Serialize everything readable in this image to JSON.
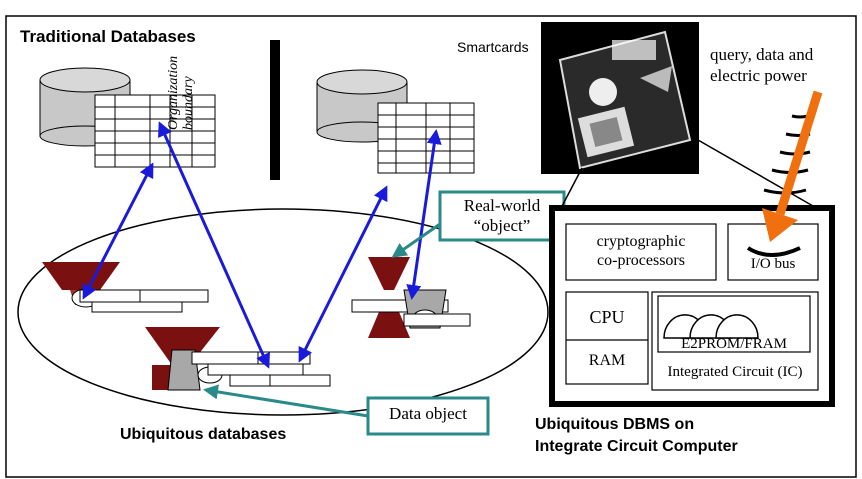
{
  "labels": {
    "traditional": "Traditional Databases",
    "org_boundary_line1": "Organization",
    "org_boundary_line2": "boundary",
    "smartcards": "Smartcards",
    "query_line1": "query, data and",
    "query_line2": "electric power",
    "realworld_line1": "Real-world",
    "realworld_line2": "“object”",
    "crypto_line1": "cryptographic",
    "crypto_line2": "co-processors",
    "io_bus": "I/O bus",
    "cpu": "CPU",
    "ram": "RAM",
    "e2prom": "E2PROM/FRAM",
    "ic": "Integrated Circuit (IC)",
    "data_object": "Data object",
    "ubiquitous_db": "Ubiquitous databases",
    "dbms_line1": "Ubiquitous DBMS on",
    "dbms_line2": "Integrate Circuit Computer"
  },
  "colors": {
    "arrow_blue": "#1a1adb",
    "callout_teal": "#2a8a8a",
    "object_red": "#7a1010",
    "power_orange": "#f07010",
    "db_grey": "#c8c8c8"
  }
}
